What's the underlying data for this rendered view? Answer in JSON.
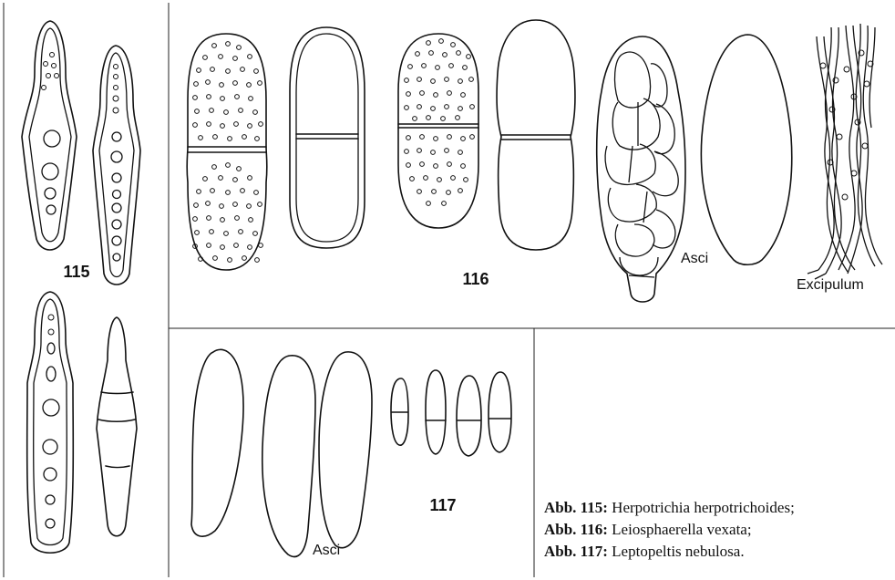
{
  "figures": {
    "fig115": {
      "number": "115"
    },
    "fig116": {
      "number": "116",
      "asci_label": "Asci",
      "excipulum_label": "Excipulum"
    },
    "fig117": {
      "number": "117",
      "asci_label": "Asci"
    }
  },
  "caption": [
    {
      "label": "Abb. 115:",
      "text": " Herpotrichia herpotrichoides;"
    },
    {
      "label": "Abb. 116:",
      "text": " Leiosphaerella vexata;"
    },
    {
      "label": "Abb. 117:",
      "text": " Leptopeltis nebulosa."
    }
  ]
}
